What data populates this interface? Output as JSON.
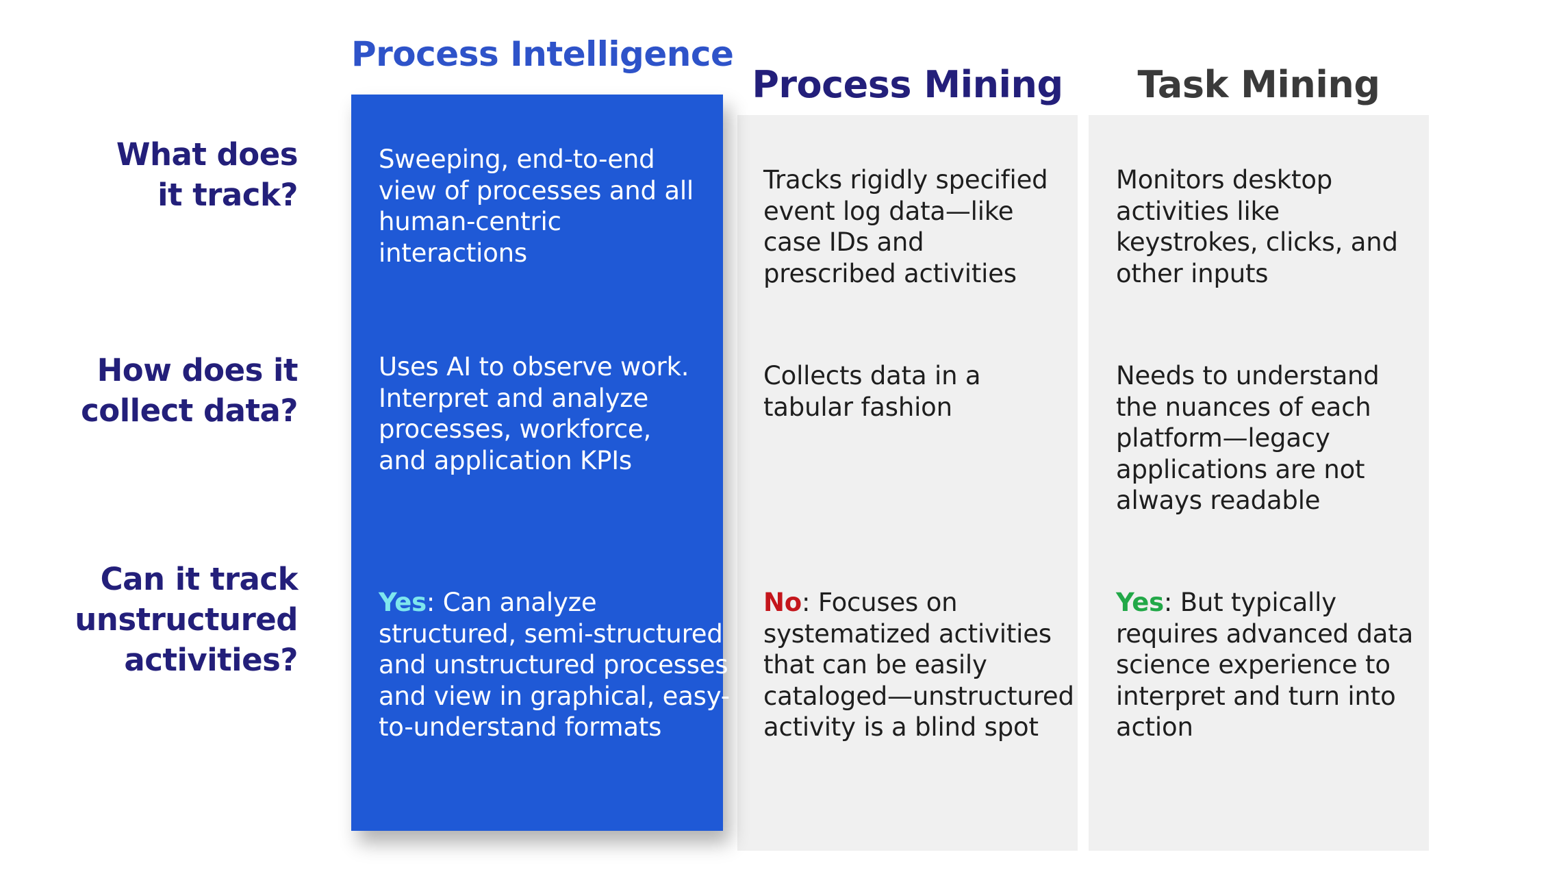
{
  "row_labels": {
    "track": [
      "What does",
      "it track?"
    ],
    "collect": [
      "How does it",
      "collect data?"
    ],
    "unstructured": [
      "Can it track",
      "unstructured",
      "activities?"
    ]
  },
  "columns": {
    "process_intelligence": {
      "header": "Process Intelligence",
      "track": [
        "Sweeping, end-to-end",
        "view of processes and all",
        "human-centric",
        "interactions"
      ],
      "collect": [
        "Uses AI to observe work.",
        "Interpret and analyze",
        "processes, workforce,",
        "and application KPIs"
      ],
      "unstructured": {
        "verdict": "Yes",
        "first_line_rest": ": Can analyze",
        "lines": [
          "structured, semi-structured",
          "and unstructured processes",
          "and view in graphical, easy-",
          "to-understand formats"
        ]
      }
    },
    "process_mining": {
      "header": "Process Mining",
      "track": [
        "Tracks rigidly specified",
        "event log data—like",
        "case IDs and",
        "prescribed activities"
      ],
      "collect": [
        "Collects data in a",
        "tabular fashion"
      ],
      "unstructured": {
        "verdict": "No",
        "first_line_rest": ": Focuses on",
        "lines": [
          "systematized activities",
          "that can be easily",
          "cataloged—unstructured",
          "activity is a blind spot"
        ]
      }
    },
    "task_mining": {
      "header": "Task Mining",
      "track": [
        "Monitors desktop",
        "activities like",
        "keystrokes, clicks, and",
        "other inputs"
      ],
      "collect": [
        "Needs to understand",
        "the nuances of each",
        "platform—legacy",
        "applications are not",
        "always readable"
      ],
      "unstructured": {
        "verdict": "Yes",
        "first_line_rest": ": But typically",
        "lines": [
          "requires advanced data",
          "science experience to",
          "interpret and turn into",
          "action"
        ]
      }
    }
  },
  "colors": {
    "row_label": "#231f7a",
    "pi_header": "#2e53c9",
    "pi_panel": "#1f59d6",
    "pm_header": "#231f7a",
    "tm_header": "#3a3a3a",
    "grey_panel": "#f0f0f0",
    "body_text_dark": "#1e1e1e",
    "yes_light": "#7ee6ee",
    "no_red": "#c4161c",
    "yes_green": "#22a848"
  }
}
